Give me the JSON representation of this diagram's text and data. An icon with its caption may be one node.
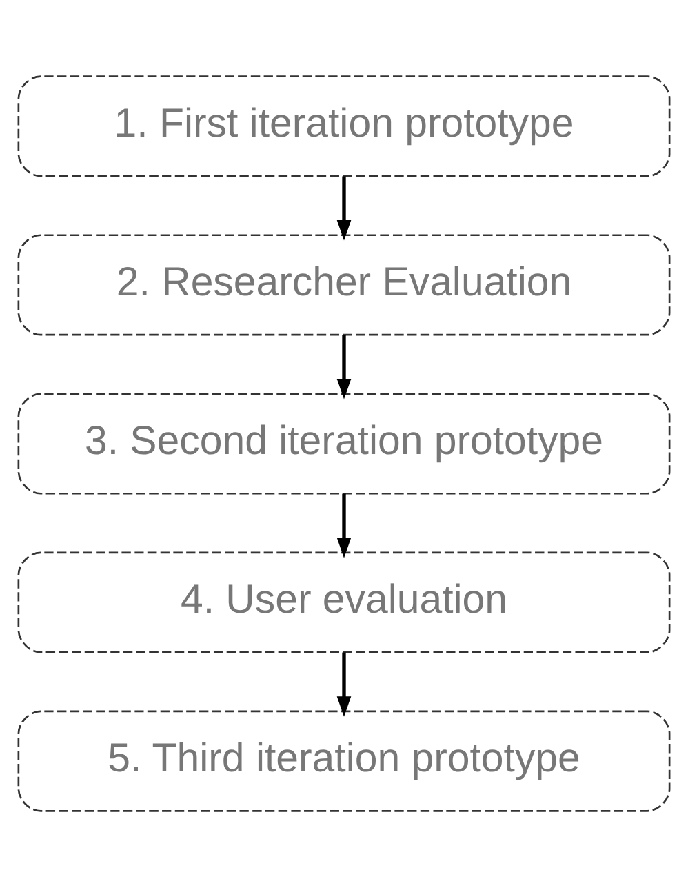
{
  "diagram": {
    "nodes": [
      {
        "text": [
          "1. First iteration prototype"
        ]
      },
      {
        "text": [
          "2. Researcher Evaluation"
        ]
      },
      {
        "text": [
          "3. Second iteration prototype"
        ]
      },
      {
        "text": [
          "4. User evaluation"
        ]
      },
      {
        "text": [
          "5. Third iteration prototype"
        ]
      }
    ],
    "edges": [
      {
        "from": 0,
        "to": 1,
        "arrow": "to"
      },
      {
        "from": 1,
        "to": 2,
        "arrow": "to"
      },
      {
        "from": 2,
        "to": 3,
        "arrow": "to"
      },
      {
        "from": 3,
        "to": 4,
        "arrow": "to"
      }
    ]
  }
}
